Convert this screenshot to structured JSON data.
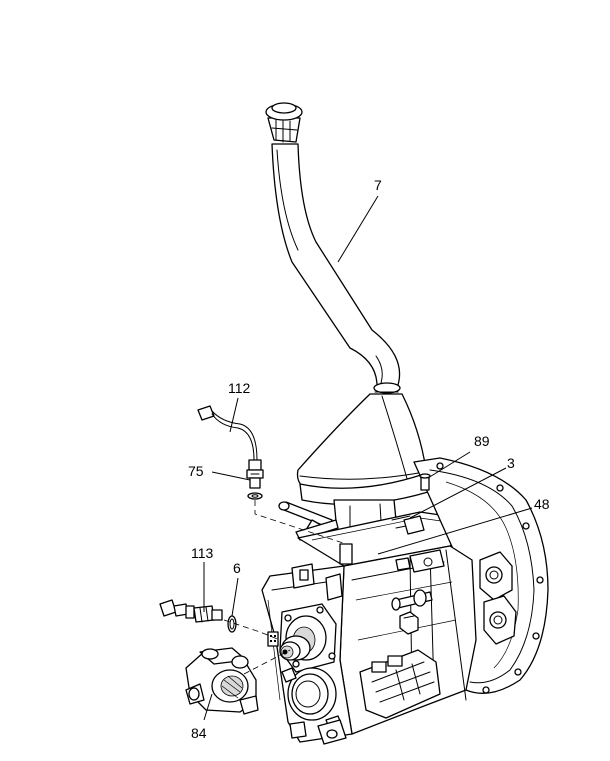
{
  "callouts": {
    "c7": "7",
    "c112": "112",
    "c89": "89",
    "c3": "3",
    "c75": "75",
    "c48": "48",
    "c113": "113",
    "c6": "6",
    "c84": "84"
  },
  "colors": {
    "line": "#000000",
    "background": "#ffffff",
    "shade": "#d9d9d9"
  }
}
